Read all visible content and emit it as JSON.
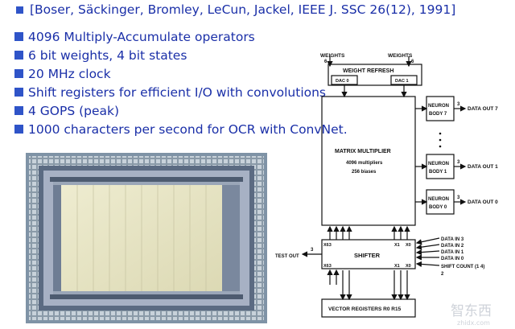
{
  "citation": "[Boser, Säckinger, Bromley, LeCun, Jackel, IEEE J. SSC 26(12), 1991]",
  "bullets": [
    "4096 Multiply-Accumulate operators",
    "6 bit weights, 4 bit states",
    "20 MHz clock",
    "Shift registers for efficient I/O with convolutions",
    "4 GOPS (peak)",
    "1000 characters per second for OCR with ConvNet."
  ],
  "colors": {
    "text": "#1a2fa8",
    "bullet": "#2f54c8",
    "chip_core": "#e8e6c4"
  },
  "diagram": {
    "weights_left": "WEIGHTS",
    "weights_left_bits": "6",
    "weights_right": "WEIGHTS",
    "weights_right_bits": "6",
    "weight_refresh": "WEIGHT REFRESH",
    "dac0": "DAC 0",
    "dac1": "DAC 1",
    "matrix_title": "MATRIX MULTIPLIER",
    "matrix_line1": "4096 multipliers",
    "matrix_line2": "256 biases",
    "neuron7_a": "NEURON",
    "neuron7_b": "BODY 7",
    "neuron1_a": "NEURON",
    "neuron1_b": "BODY 1",
    "neuron0_a": "NEURON",
    "neuron0_b": "BODY 0",
    "out_bits": "3",
    "data_out_7": "DATA OUT 7",
    "data_out_1": "DATA OUT 1",
    "data_out_0": "DATA OUT 0",
    "shifter": "SHIFTER",
    "x63_top": "X63",
    "x1_top": "X1",
    "x0_top": "X0",
    "x63_bot": "X63",
    "x1_bot": "X1",
    "x0_bot": "X0",
    "test_out": "TEST OUT",
    "test_bits": "3",
    "data_in_3": "DATA IN 3",
    "data_in_2": "DATA IN 2",
    "data_in_1": "DATA IN 1",
    "data_in_0": "DATA IN 0",
    "shift_count": "SHIFT COUNT (1  4)",
    "shift_bits": "2",
    "vector_registers": "VECTOR REGISTERS R0  R15"
  },
  "watermark": {
    "glyphs": "智东西",
    "sub": "zhidx.com"
  }
}
